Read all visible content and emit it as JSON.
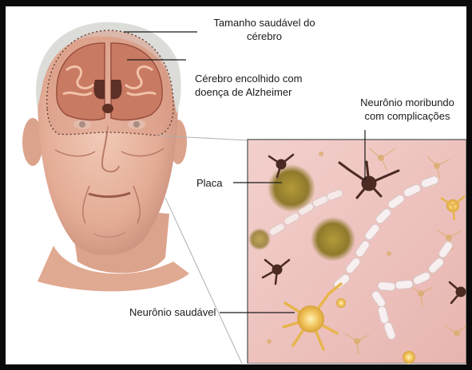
{
  "labels": {
    "healthy_brain_size": "Tamanho saudável do cérebro",
    "healthy_brain_size_line1": "Tamanho saudável do",
    "healthy_brain_size_line2": "cérebro",
    "shrunken_brain_line1": "Cérebro encolhido com",
    "shrunken_brain_line2": "doença de Alzheimer",
    "dying_neuron_line1": "Neurônio moribundo",
    "dying_neuron_line2": "com complicações",
    "plaque": "Placa",
    "healthy_neuron": "Neurônio saudável"
  },
  "colors": {
    "frame": "#0a0a0a",
    "skin": "#e9b9a4",
    "skin_shadow": "#c98f7c",
    "hair": "#d9d9d6",
    "brain_healthy_outline": "#8a5a4a",
    "brain_tissue": "#c97a63",
    "brain_dark": "#7a3a2a",
    "tissue_bg": "#f0c7c4",
    "plaque": "#8f7a2c",
    "healthy_neuron": "#f0c25a",
    "dying_neuron": "#4a2a22",
    "myelin": "#f7eeee",
    "leader_line": "#1a1a1a"
  }
}
